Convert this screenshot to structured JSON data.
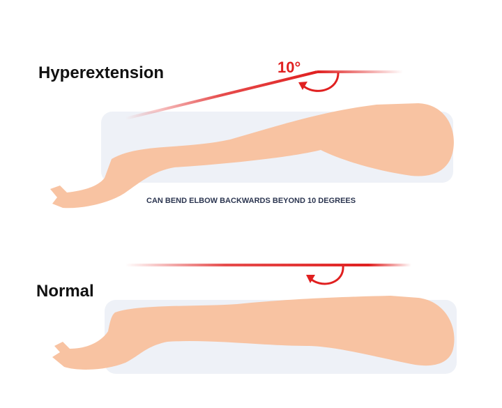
{
  "panels": {
    "hyperextension": {
      "title": "Hyperextension",
      "angle_label": "10°",
      "caption": "CAN BEND ELBOW BACKWARDS BEYOND 10 DEGREES"
    },
    "normal": {
      "title": "Normal"
    }
  },
  "colors": {
    "accent_red": "#e02020",
    "skin": "#f8c3a2",
    "pad": "#eef1f7",
    "caption": "#2b3550"
  },
  "icons": [
    "curved-arrow-icon",
    "curved-arrow-icon"
  ]
}
